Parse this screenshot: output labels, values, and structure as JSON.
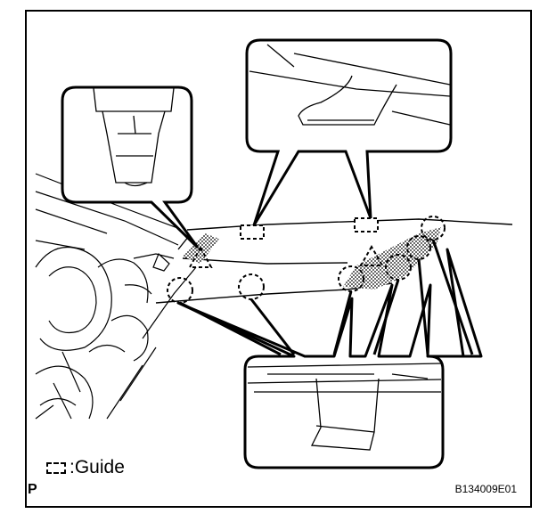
{
  "legend": {
    "symbol_name": "guide-symbol",
    "label": ":Guide"
  },
  "corner_letter": "P",
  "figure_code": "B134009E01"
}
